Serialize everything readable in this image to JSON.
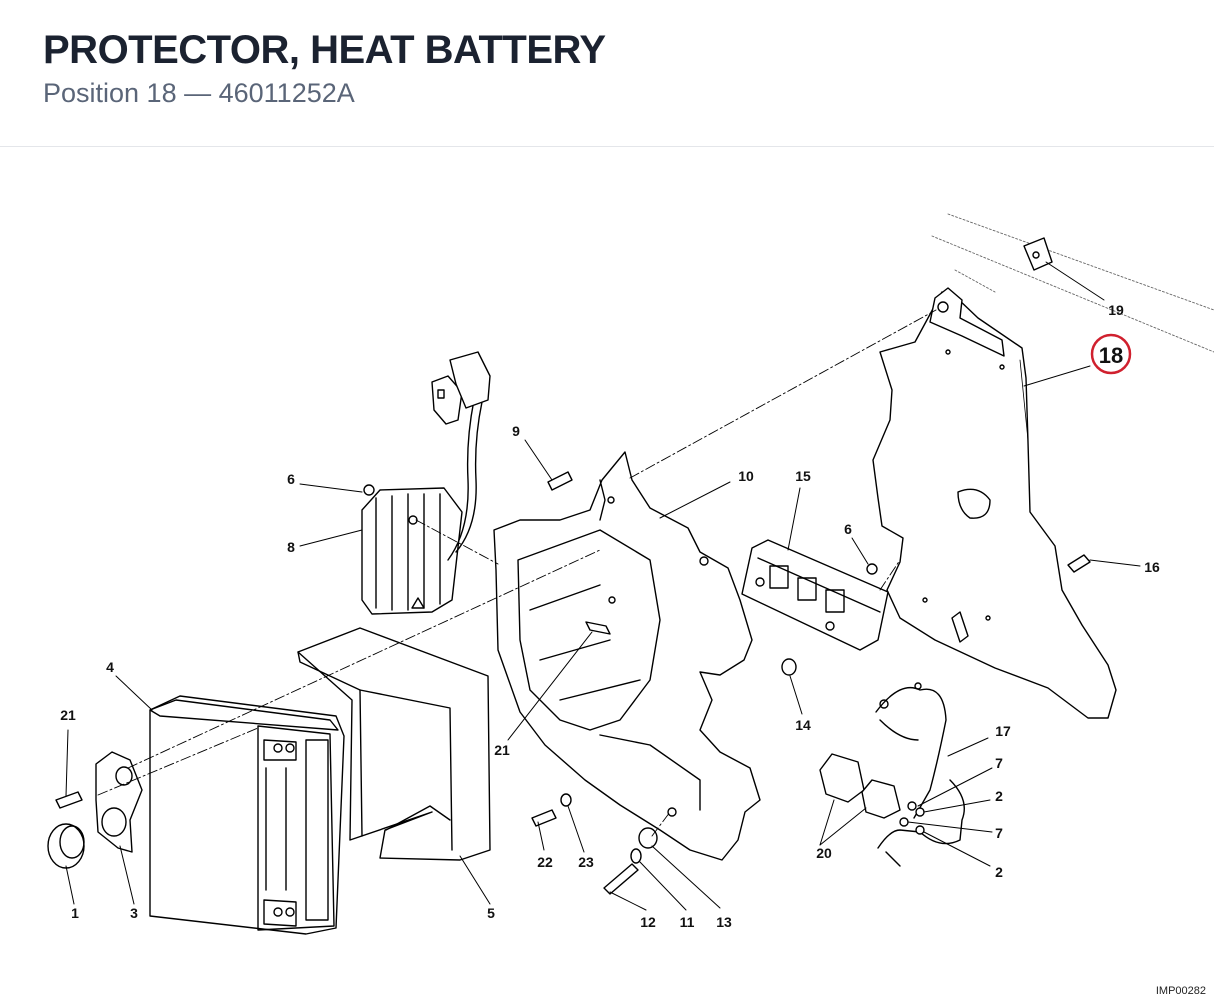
{
  "header": {
    "title": "PROTECTOR, HEAT BATTERY",
    "position_label": "Position 18",
    "separator": "—",
    "part_number": "46011252A"
  },
  "highlight": {
    "number": "18",
    "color": "#d0202e"
  },
  "callouts": [
    "19",
    "18",
    "9",
    "10",
    "15",
    "6",
    "8",
    "6",
    "16",
    "4",
    "21",
    "14",
    "17",
    "7",
    "2",
    "7",
    "2",
    "20",
    "21",
    "22",
    "23",
    "12",
    "11",
    "13",
    "1",
    "3",
    "5"
  ],
  "drawing_ref": "IMP00282"
}
